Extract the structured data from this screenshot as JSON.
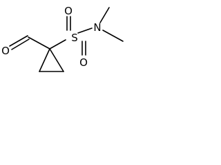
{
  "molecule": {
    "atoms": {
      "aldehyde_oxygen": "O",
      "sulfur": "S",
      "sulfonyl_oxygen_top": "O",
      "sulfonyl_oxygen_bottom": "O",
      "nitrogen": "N"
    }
  },
  "colors": {
    "bond": "#000000",
    "label": "#000000",
    "background": "#ffffff"
  }
}
